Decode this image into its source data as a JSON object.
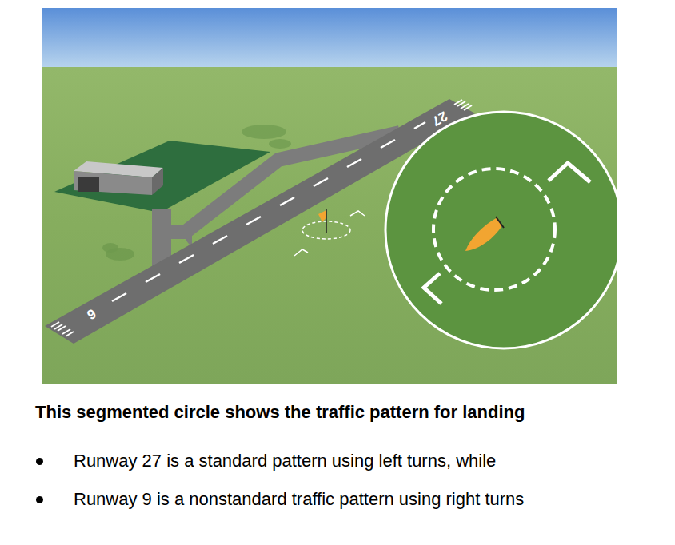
{
  "diagram": {
    "caption": "This segmented circle shows the traffic pattern for landing",
    "labels": [
      "27",
      "9",
      "Runway 27 is a standard pattern using left turns, while",
      "Runway 9 is a nonstandard traffic pattern using right turns"
    ]
  }
}
